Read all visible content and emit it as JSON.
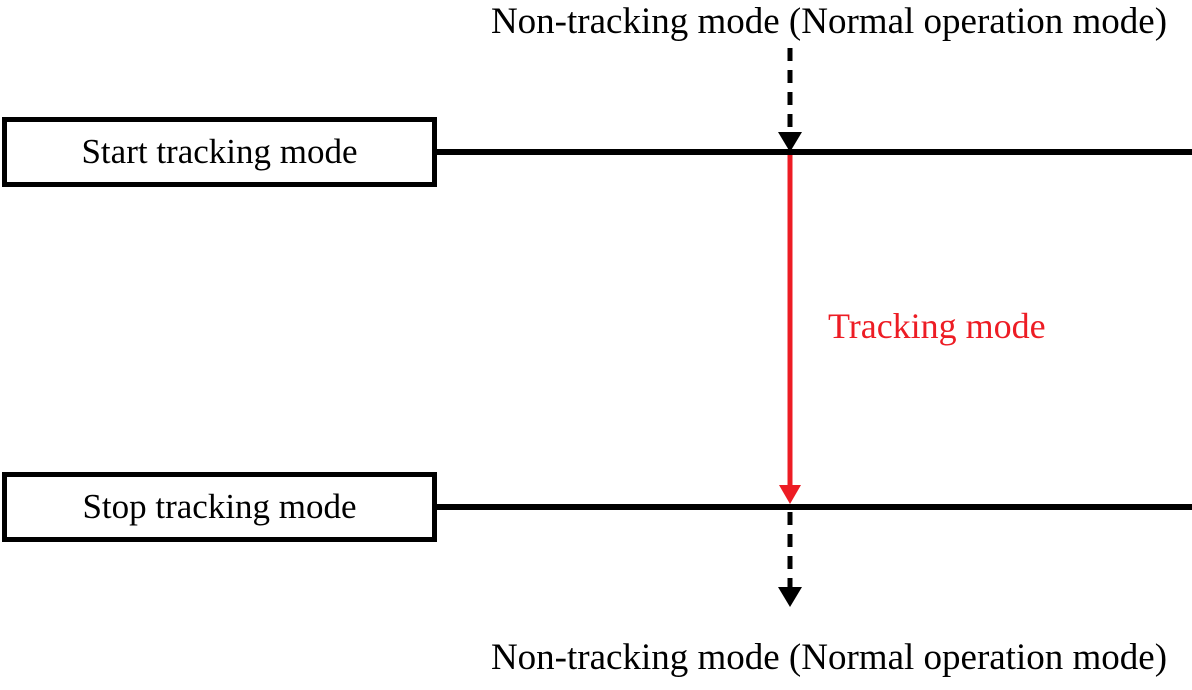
{
  "diagram": {
    "top_label": "Non-tracking mode (Normal operation mode)",
    "bottom_label": "Non-tracking mode (Normal operation mode)",
    "start_box_label": "Start tracking mode",
    "stop_box_label": "Stop tracking mode",
    "tracking_label": "Tracking mode",
    "colors": {
      "line_black": "#000000",
      "tracking_red": "#ED1C24",
      "background": "#FFFFFF"
    }
  }
}
